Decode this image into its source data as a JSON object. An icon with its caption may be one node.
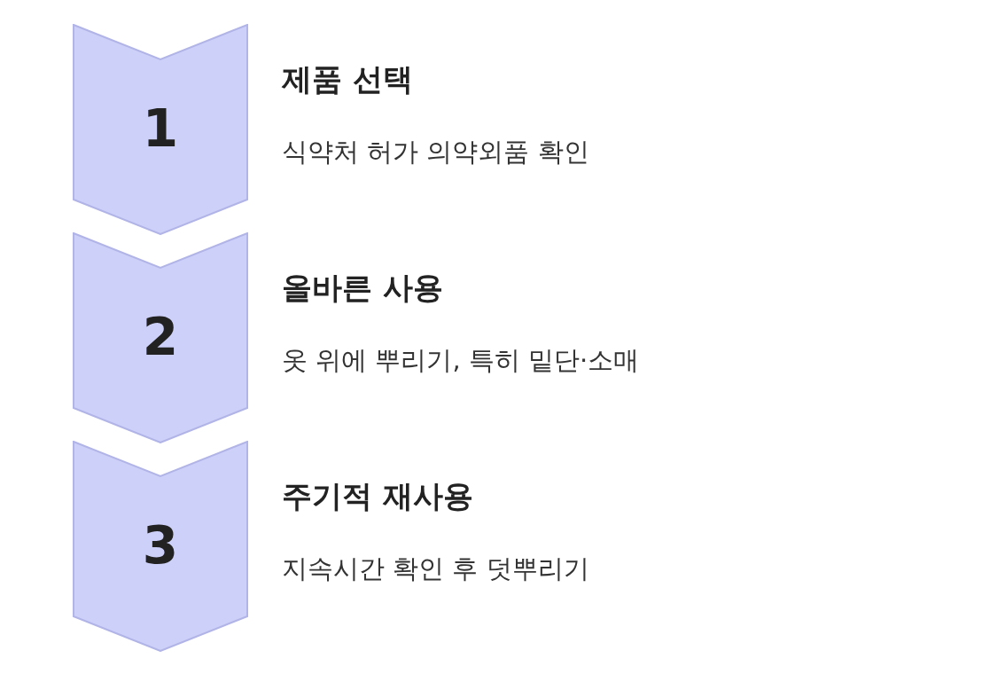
{
  "diagram": {
    "nodes": [
      {
        "text": [
          "1"
        ],
        "beside": [
          "제품 선택",
          "식약처 허가 의약외품 확인"
        ]
      },
      {
        "text": [
          "2"
        ],
        "beside": [
          "올바른 사용",
          "옷 위에 뿌리기, 특히 밑단·소매"
        ]
      },
      {
        "text": [
          "3"
        ],
        "beside": [
          "주기적 재사용",
          "지속시간 확인 후 덧뿌리기"
        ]
      }
    ],
    "edges": []
  }
}
